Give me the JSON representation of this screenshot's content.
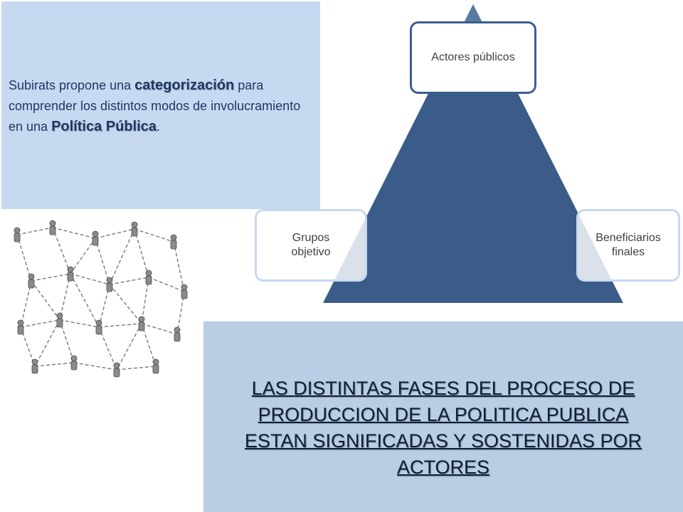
{
  "intro": {
    "t1": "Subirats propone una ",
    "em1": "categorización",
    "t2": " para comprender los distintos modos de involucramiento en una ",
    "em2": "Política Pública",
    "t3": "."
  },
  "diagram": {
    "nodes": {
      "top": "Actores públicos",
      "left": "Grupos objetivo",
      "right": "Beneficiarios finales"
    },
    "colors": {
      "triangle": "#3b5c89",
      "node_border": "#3a5f8f",
      "node_border_light": "#c6d9f0"
    }
  },
  "statement": {
    "text": "LAS DISTINTAS FASES DEL PROCESO DE PRODUCCION DE LA POLITICA PUBLICA ESTAN SIGNIFICADAS Y SOSTENIDAS POR ACTORES"
  },
  "colors": {
    "intro_bg": "#c6d9f0",
    "statement_bg": "#b9cde5"
  }
}
